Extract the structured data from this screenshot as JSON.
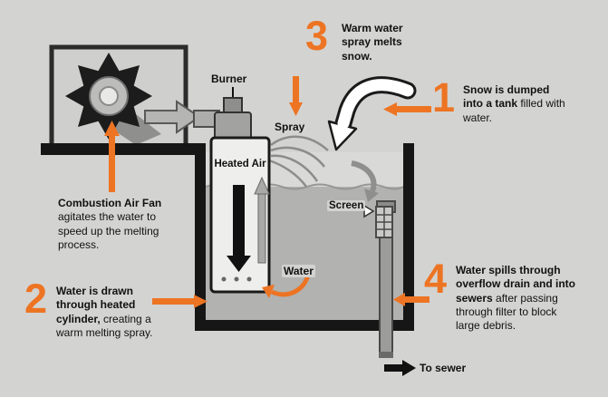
{
  "colors": {
    "background": "#d3d3d1",
    "accent_orange": "#ed7423",
    "water_gray": "#b2b2b0",
    "tank_black": "#161616",
    "ink": "#111111"
  },
  "steps": [
    {
      "number": "1",
      "bold": "Snow is dumped into a tank",
      "rest": " filled with water."
    },
    {
      "number": "2",
      "bold": "Water is drawn through heated cylinder,",
      "rest": " creating a warm melting spray."
    },
    {
      "number": "3",
      "bold": "Warm water spray melts snow.",
      "rest": ""
    },
    {
      "number": "4",
      "bold": "Water spills through overflow drain and into sewers",
      "rest": " after passing through filter to block large debris."
    }
  ],
  "labels": {
    "burner": "Burner",
    "spray": "Spray",
    "heated_air": "Heated Air",
    "water": "Water",
    "screen": "Screen",
    "to_sewer": "To sewer",
    "fan_bold": "Combustion Air Fan",
    "fan_rest": " agitates the water to speed up the melting process."
  }
}
